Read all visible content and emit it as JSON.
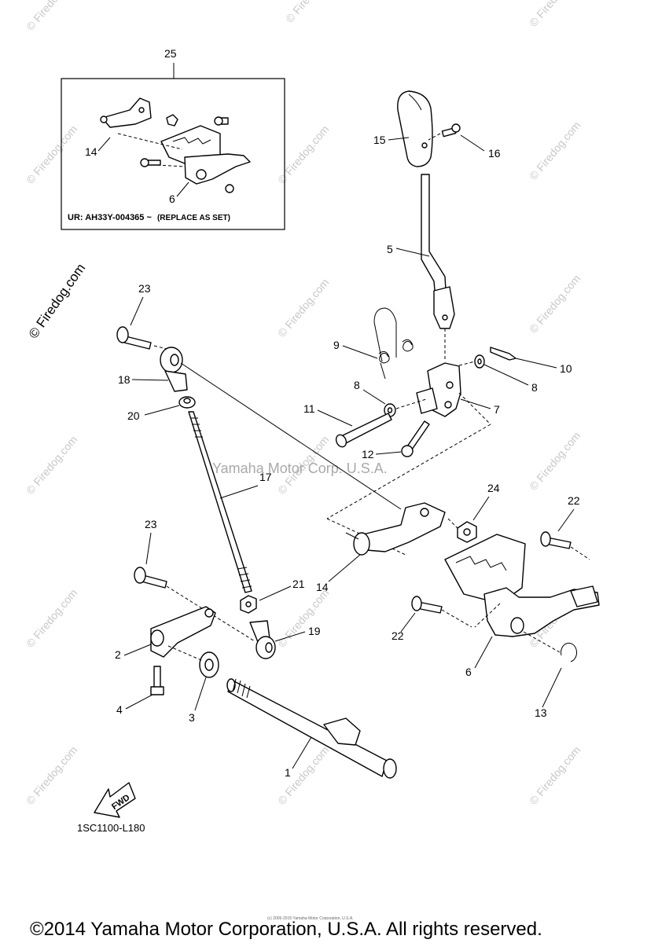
{
  "inset": {
    "group_number": "25",
    "note": "UR: AH33Y-004365 ~",
    "note_suffix": "(REPLACE AS SET)",
    "callouts": [
      "14",
      "6"
    ]
  },
  "callouts": {
    "c1": "1",
    "c2": "2",
    "c3": "3",
    "c4": "4",
    "c5": "5",
    "c6": "6",
    "c7": "7",
    "c8a": "8",
    "c8b": "8",
    "c9": "9",
    "c10": "10",
    "c11": "11",
    "c12": "12",
    "c13": "13",
    "c14": "14",
    "c15": "15",
    "c16": "16",
    "c17": "17",
    "c18": "18",
    "c19": "19",
    "c20": "20",
    "c21": "21",
    "c22a": "22",
    "c22b": "22",
    "c23a": "23",
    "c23b": "23",
    "c24": "24"
  },
  "fwd_label": "FWD",
  "diagram_code": "1SC1100-L180",
  "center_watermark": "Yamaha Motor Corp. U.S.A.",
  "watermark_text": "© Firedog.com",
  "small_print": "(c) 2005-2015 Yamaha Motor Corporation, U.S.A.",
  "copyright": "©2014 Yamaha Motor Corporation, U.S.A. All rights reserved."
}
